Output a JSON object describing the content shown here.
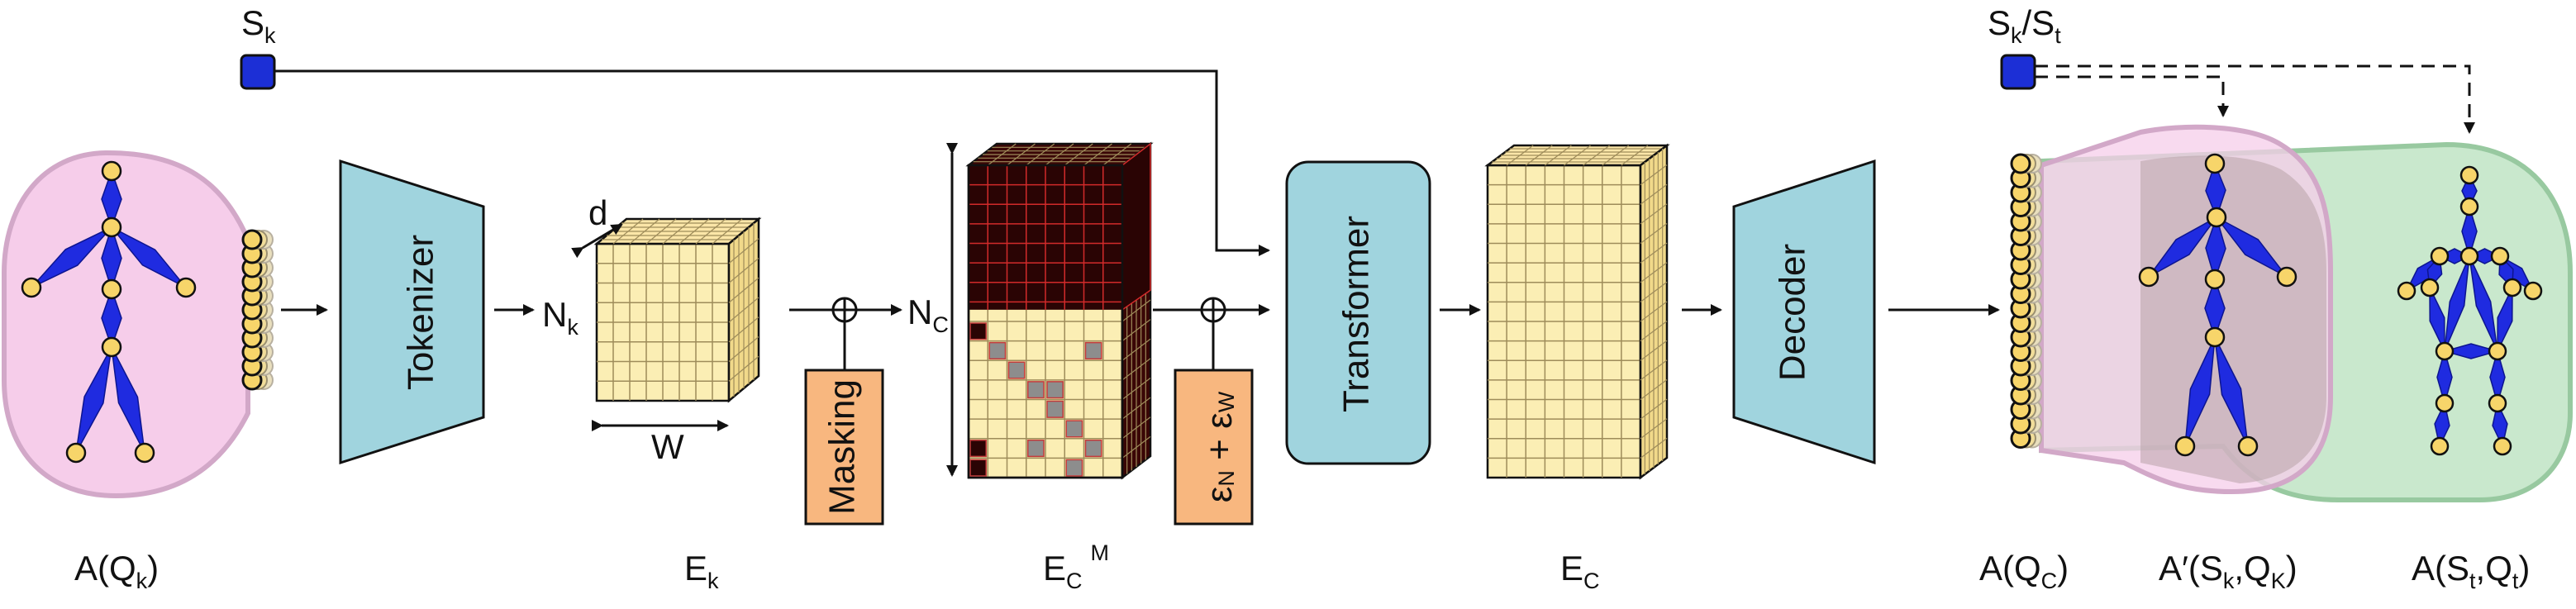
{
  "labels": {
    "sk_top": {
      "main": "S",
      "sub": "k"
    },
    "sksk_top": {
      "main1": "S",
      "sub1": "k",
      "slash": "/S",
      "sub2": "t"
    },
    "nk": {
      "main": "N",
      "sub": "k"
    },
    "nc": {
      "main": "N",
      "sub": "C"
    },
    "d": "d",
    "w": "W",
    "a_qk": {
      "pre": "A(Q",
      "sub": "k",
      "post": ")"
    },
    "ek": {
      "main": "E",
      "sub": "k"
    },
    "ecm": {
      "main": "E",
      "sub": "C",
      "sup": "M"
    },
    "ec": {
      "main": "E",
      "sub": "C"
    },
    "a_qc": {
      "pre": "A(Q",
      "sub": "C",
      "post": ")"
    },
    "a_prime": {
      "pre": "A′(S",
      "sub1": "k",
      "mid": ",Q",
      "sub2": "K",
      "post": ")"
    },
    "a_st": {
      "pre": "A(S",
      "sub1": "t",
      "mid": ",Q",
      "sub2": "t",
      "post": ")"
    }
  },
  "blocks": {
    "tokenizer": "Tokenizer",
    "masking": "Masking",
    "noise": {
      "e1": "ε",
      "s1": "N",
      "plus": " + ε",
      "s2": "W"
    },
    "transformer": "Transformer",
    "decoder": "Decoder"
  },
  "colors": {
    "tokenizer_fill": "#a0d4de",
    "masking_fill": "#f8b77f",
    "transformer_fill": "#a0d4de",
    "decoder_fill": "#a0d4de",
    "token_cube_fill": "#fbeeb4",
    "mask_top_fill": "#2a0404",
    "mask_grid_red": "#d22a2a",
    "pink_region": "#f6cdea",
    "green_region": "#bfe4c4",
    "joint_fill": "#f7d56a",
    "bone_fill": "#1f2be0",
    "token_square": "#1c2fd6"
  },
  "icons": {
    "token_square": "blue-token-square-icon",
    "skeleton": "stick-skeleton-icon",
    "sum": "circle-plus-icon"
  }
}
